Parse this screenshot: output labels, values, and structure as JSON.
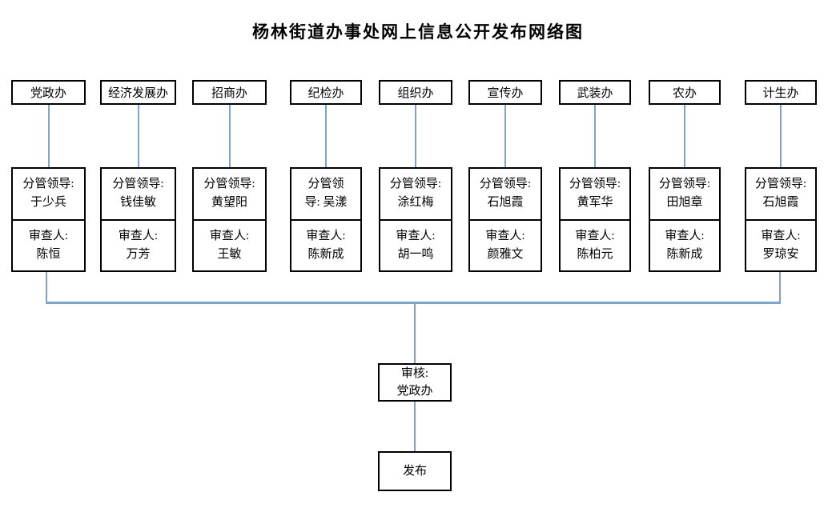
{
  "title": "杨林街道办事处网上信息公开发布网络图",
  "columns": [
    {
      "dept": "党政办",
      "leader": "分管领导:\n于少兵",
      "reviewer": "审查人:\n陈恒"
    },
    {
      "dept": "经济发展办",
      "leader": "分管领导:\n钱佳敏",
      "reviewer": "审查人:\n万芳"
    },
    {
      "dept": "招商办",
      "leader": "分管领导:\n黄望阳",
      "reviewer": "审查人:\n王敏"
    },
    {
      "dept": "纪检办",
      "leader": "分管领\n导: 吴漾",
      "reviewer": "审查人:\n陈新成"
    },
    {
      "dept": "组织办",
      "leader": "分管领导:\n涂红梅",
      "reviewer": "审查人:\n胡一鸣"
    },
    {
      "dept": "宣传办",
      "leader": "分管领导:\n石旭霞",
      "reviewer": "审查人:\n颜雅文"
    },
    {
      "dept": "武装办",
      "leader": "分管领导:\n黄军华",
      "reviewer": "审查人:\n陈柏元"
    },
    {
      "dept": "农办",
      "leader": "分管领导:\n田旭章",
      "reviewer": "审查人:\n陈新成"
    },
    {
      "dept": "计生办",
      "leader": "分管领导:\n石旭霞",
      "reviewer": "审查人:\n罗琼安"
    }
  ],
  "review_node": "审核:\n党政办",
  "publish_node": "发布",
  "colors": {
    "connector": "#7EA3CC",
    "box_border": "#000000",
    "background": "#FFFFFF"
  }
}
